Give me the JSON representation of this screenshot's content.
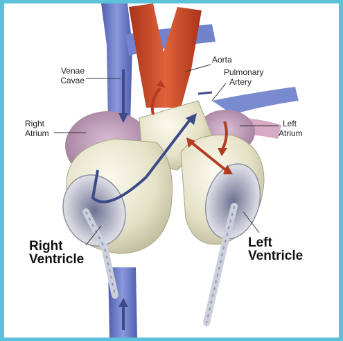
{
  "labels": {
    "venae_cavae_line1": "Venae",
    "venae_cavae_line2": "Cavae",
    "aorta": "Aorta",
    "pulmonary_line1": "Pulmonary",
    "pulmonary_line2": "Artery",
    "right_atrium_line1": "Right",
    "right_atrium_line2": "Atrium",
    "left_atrium_line1": "Left",
    "left_atrium_line2": "Atrium",
    "right_ventricle_line1": "Right",
    "right_ventricle_line2": "Ventricle",
    "left_ventricle_line1": "Left",
    "left_ventricle_line2": "Ventricle"
  },
  "colors": {
    "border": "#5bc2d9",
    "vein": "#6f7fc9",
    "aorta": "#c9411f",
    "atrium": "#c9a3c4",
    "device": "#e8e6cf",
    "flow_arrow": "#3c4a8a",
    "red_arrow": "#b33b22"
  }
}
